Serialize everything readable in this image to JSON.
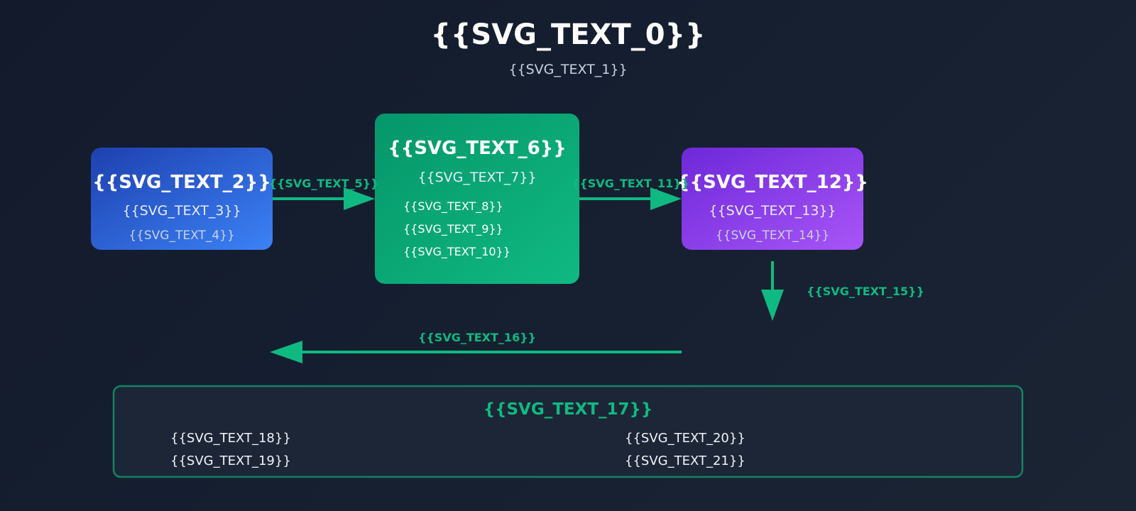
{
  "header": {
    "title": "{{SVG_TEXT_0}}",
    "subtitle": "{{SVG_TEXT_1}}"
  },
  "nodes": {
    "left": {
      "title": "{{SVG_TEXT_2}}",
      "line1": "{{SVG_TEXT_3}}",
      "line2": "{{SVG_TEXT_4}}",
      "colors": [
        "#1e40af",
        "#3b82f6"
      ]
    },
    "center": {
      "title": "{{SVG_TEXT_6}}",
      "subtitle": "{{SVG_TEXT_7}}",
      "items": [
        "{{SVG_TEXT_8}}",
        "{{SVG_TEXT_9}}",
        "{{SVG_TEXT_10}}"
      ],
      "colors": [
        "#059669",
        "#10b981"
      ]
    },
    "right": {
      "title": "{{SVG_TEXT_12}}",
      "line1": "{{SVG_TEXT_13}}",
      "line2": "{{SVG_TEXT_14}}",
      "colors": [
        "#6d28d9",
        "#a855f7"
      ]
    }
  },
  "edges": {
    "left_to_center": "{{SVG_TEXT_5}}",
    "center_to_right": "{{SVG_TEXT_11}}",
    "right_down": "{{SVG_TEXT_15}}",
    "return_left": "{{SVG_TEXT_16}}"
  },
  "legend": {
    "title": "{{SVG_TEXT_17}}",
    "left_items": [
      "{{SVG_TEXT_18}}",
      "{{SVG_TEXT_19}}"
    ],
    "right_items": [
      "{{SVG_TEXT_20}}",
      "{{SVG_TEXT_21}}"
    ]
  },
  "colors": {
    "accent": "#10b981",
    "background": "#141b2b"
  }
}
